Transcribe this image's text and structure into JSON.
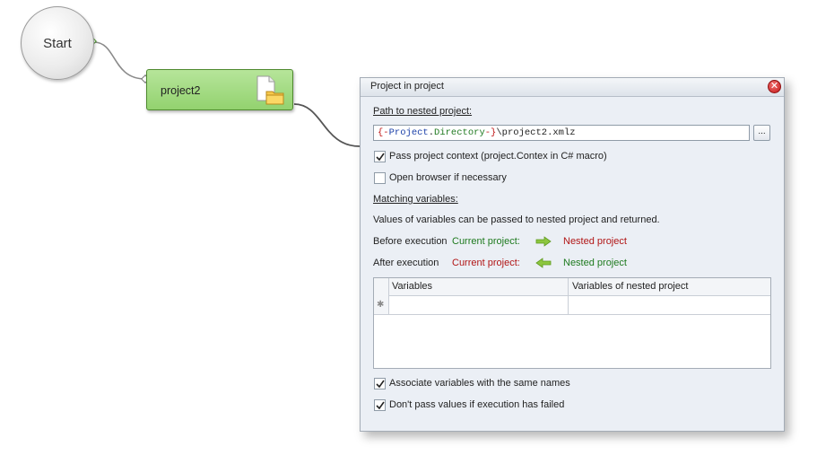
{
  "canvas": {
    "start_node_label": "Start",
    "project_node_label": "project2"
  },
  "dialog": {
    "title": "Project in project",
    "close_glyph": "✕",
    "path_label": "Path to nested project:",
    "path_macro_open": "{-",
    "path_macro_project": "Project",
    "path_macro_dot": ".",
    "path_macro_directory": "Directory",
    "path_macro_close": "-}",
    "path_suffix": "\\project2.xmlz",
    "browse_label": "...",
    "pass_context": {
      "label": "Pass project context (project.Contex in C# macro)",
      "checked": true
    },
    "open_browser": {
      "label": "Open browser if necessary",
      "checked": false
    },
    "matching_label": "Matching variables:",
    "info_text": "Values of variables can be passed to nested project and returned.",
    "before": {
      "label": "Before execution",
      "current": "Current project:",
      "nested": "Nested project"
    },
    "after": {
      "label": "After execution",
      "current": "Current project:",
      "nested": "Nested project"
    },
    "grid": {
      "columns": [
        "Variables",
        "Variables of nested project"
      ],
      "new_row_glyph": "✱"
    },
    "associate": {
      "label": "Associate variables with the same names",
      "checked": true
    },
    "dont_pass": {
      "label": "Don't pass values if execution has failed",
      "checked": true
    }
  },
  "colors": {
    "node_green": "#93d26f",
    "dialog_bg": "#ebeff5",
    "arrow_green": "#8dc63f",
    "macro_blue": "#1a3fa8",
    "macro_green": "#217a21",
    "macro_red": "#c01818"
  },
  "icons": {
    "project_node": "document-folder-icon",
    "close": "close-icon",
    "arrow_right": "arrow-right-icon",
    "arrow_left": "arrow-left-icon"
  }
}
